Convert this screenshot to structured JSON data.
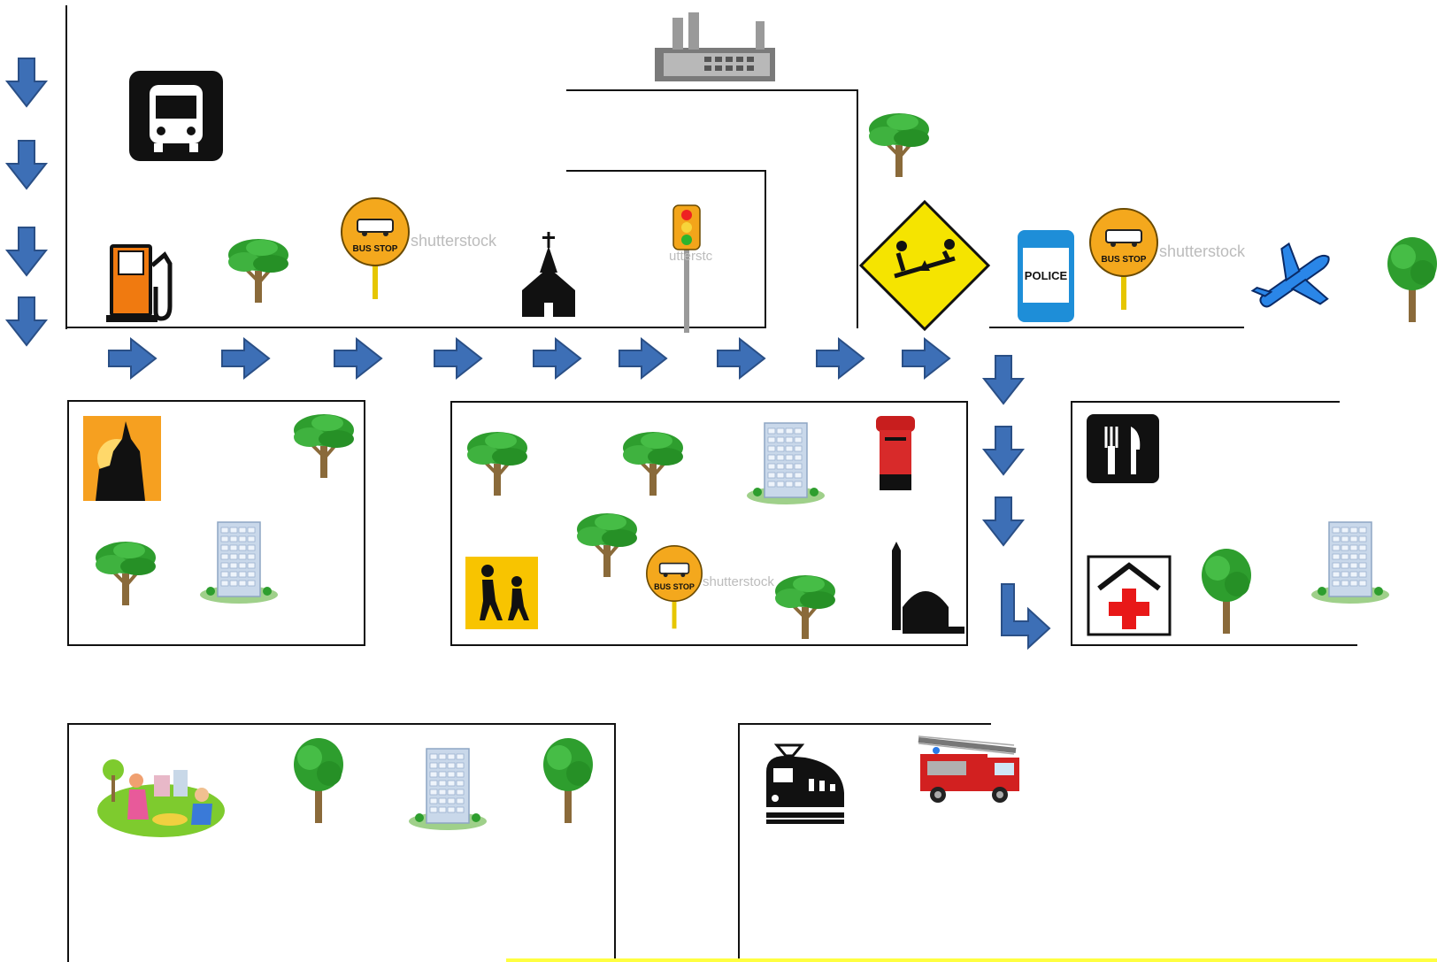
{
  "icons": {
    "bus_stop_label": "BUS STOP",
    "police_label": "POLICE",
    "watermark_shutterstock": "shutterstock",
    "watermark_partial": "utterstc"
  },
  "colors": {
    "arrow_fill": "#3d6fb6",
    "arrow_stroke": "#2a4f86",
    "tree_green": "#2e9e2e",
    "sign_yellow": "#f5d800",
    "police_blue": "#1e8ed8",
    "bus_stop_orange": "#f4a81d",
    "bottom_highlight": "#ffff40"
  }
}
